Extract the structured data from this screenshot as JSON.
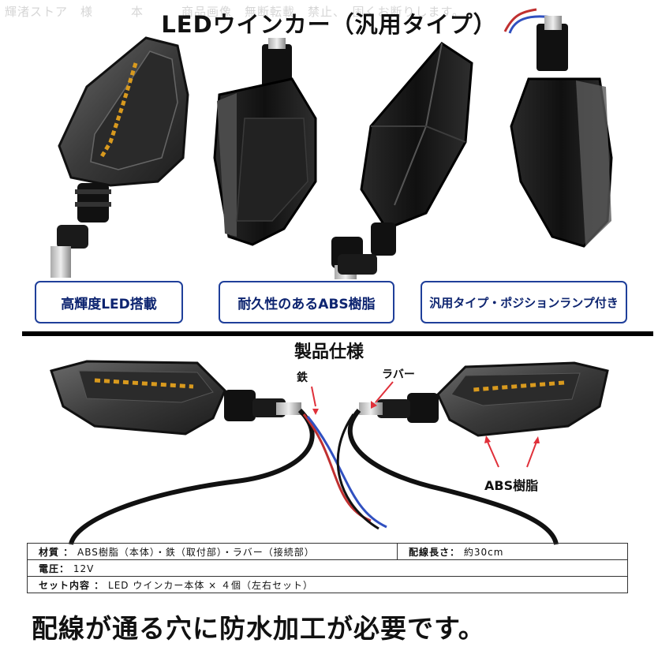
{
  "watermark": "輝渚ストア　様　　　本　　　商品画像　無断転載　禁止、　固くお断りします。",
  "header": {
    "title": "LEDウインカー（汎用タイプ）"
  },
  "features": [
    {
      "label": "高輝度LED搭載"
    },
    {
      "label": "耐久性のあるABS樹脂"
    },
    {
      "label": "汎用タイプ・ポジションランプ付き"
    }
  ],
  "specs_section": {
    "title": "製品仕様",
    "callouts": {
      "iron": "鉄",
      "rubber": "ラバー",
      "abs": "ABS樹脂"
    }
  },
  "spec_table": {
    "material_key": "材質 ：",
    "material_value": "ABS樹脂（本体）・鉄（取付部）・ラバー（接続部）",
    "wire_key": "配線長さ：",
    "wire_value": "約30cm",
    "voltage_key": "電圧：",
    "voltage_value": "12V",
    "set_key": "セット内容 ：",
    "set_value": "LED ウインカー本体 × ４個（左右セット）"
  },
  "footer": {
    "note": "配線が通る穴に防水加工が必要です。"
  },
  "colors": {
    "feature_border": "#1f3f9a",
    "feature_text": "#0d2470",
    "led_amber": "#d99a1e",
    "callout_arrow": "#e0303a",
    "lens_smoke": "#4a4a4a",
    "body_black": "#151515"
  }
}
